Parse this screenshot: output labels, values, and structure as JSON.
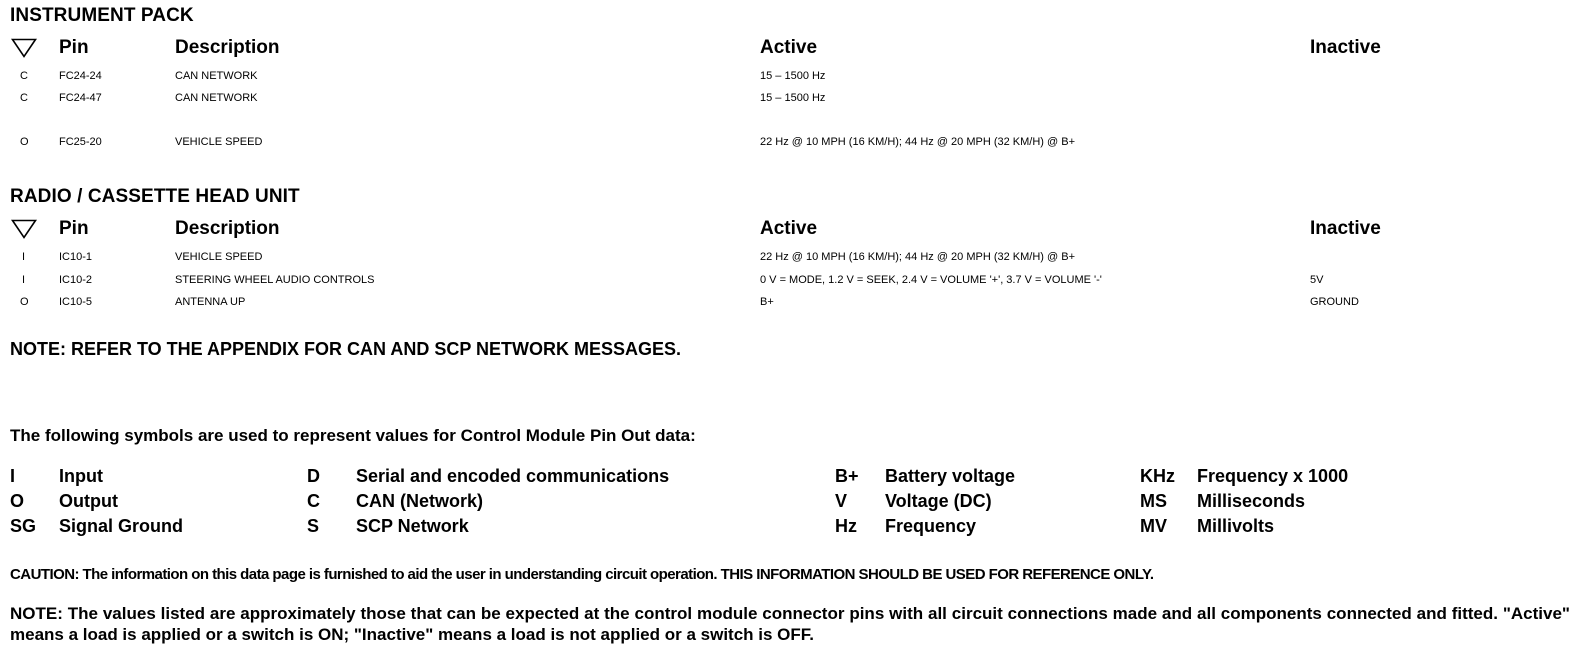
{
  "instrument_pack": {
    "title": "INSTRUMENT PACK",
    "headers": {
      "pin": "Pin",
      "description": "Description",
      "active": "Active",
      "inactive": "Inactive"
    },
    "rows": [
      {
        "symbol": "C",
        "pin": "FC24-24",
        "description": "CAN NETWORK",
        "active": "15 – 1500 Hz",
        "inactive": ""
      },
      {
        "symbol": "C",
        "pin": "FC24-47",
        "description": "CAN NETWORK",
        "active": "15 – 1500 Hz",
        "inactive": ""
      },
      {
        "symbol": "O",
        "pin": "FC25-20",
        "description": "VEHICLE SPEED",
        "active": "22 Hz @ 10 MPH (16 KM/H); 44 Hz @ 20 MPH (32 KM/H) @ B+",
        "inactive": ""
      }
    ]
  },
  "radio_unit": {
    "title": "RADIO / CASSETTE HEAD UNIT",
    "headers": {
      "pin": "Pin",
      "description": "Description",
      "active": "Active",
      "inactive": "Inactive"
    },
    "rows": [
      {
        "symbol": "I",
        "pin": "IC10-1",
        "description": "VEHICLE SPEED",
        "active": "22 Hz @ 10 MPH (16 KM/H); 44 Hz @ 20 MPH (32 KM/H) @ B+",
        "inactive": ""
      },
      {
        "symbol": "I",
        "pin": "IC10-2",
        "description": "STEERING WHEEL AUDIO CONTROLS",
        "active": "0 V = MODE, 1.2 V = SEEK, 2.4 V = VOLUME '+', 3.7 V = VOLUME '-'",
        "inactive": "5V"
      },
      {
        "symbol": "O",
        "pin": "IC10-5",
        "description": "ANTENNA UP",
        "active": "B+",
        "inactive": "GROUND"
      }
    ]
  },
  "note_appendix": "NOTE: REFER TO THE APPENDIX FOR CAN AND SCP NETWORK MESSAGES.",
  "symbols_intro": "The following symbols are used to represent values for Control Module Pin Out data:",
  "legend": {
    "col1": [
      {
        "code": "I",
        "meaning": "Input"
      },
      {
        "code": "O",
        "meaning": "Output"
      },
      {
        "code": "SG",
        "meaning": "Signal Ground"
      }
    ],
    "col2": [
      {
        "code": "D",
        "meaning": "Serial and encoded communications"
      },
      {
        "code": "C",
        "meaning": "CAN (Network)"
      },
      {
        "code": "S",
        "meaning": "SCP Network"
      }
    ],
    "col3": [
      {
        "code": "B+",
        "meaning": "Battery voltage"
      },
      {
        "code": "V",
        "meaning": "Voltage (DC)"
      },
      {
        "code": "Hz",
        "meaning": "Frequency"
      }
    ],
    "col4": [
      {
        "code": "KHz",
        "meaning": "Frequency x 1000"
      },
      {
        "code": "MS",
        "meaning": "Milliseconds"
      },
      {
        "code": "MV",
        "meaning": "Millivolts"
      }
    ]
  },
  "caution": "CAUTION: The information on this data page is furnished to aid the user in understanding circuit operation.  THIS INFORMATION SHOULD BE USED FOR REFERENCE ONLY.",
  "note_values": "NOTE: The values listed are approximately those that can be expected at the control module connector pins with all circuit connections made and all components connected and fitted.  \"Active\" means a load is applied or a switch is ON; \"Inactive\" means a load is not applied or a switch is OFF."
}
